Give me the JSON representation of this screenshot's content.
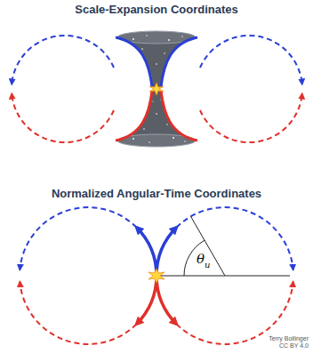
{
  "diagram": {
    "title": "Scale-Expansion Coordinates",
    "labels": [
      "Normalized Angular-Time Coordinates",
      "θ",
      "u",
      "Terry Bollinger",
      "CC BY 4.0"
    ]
  }
}
